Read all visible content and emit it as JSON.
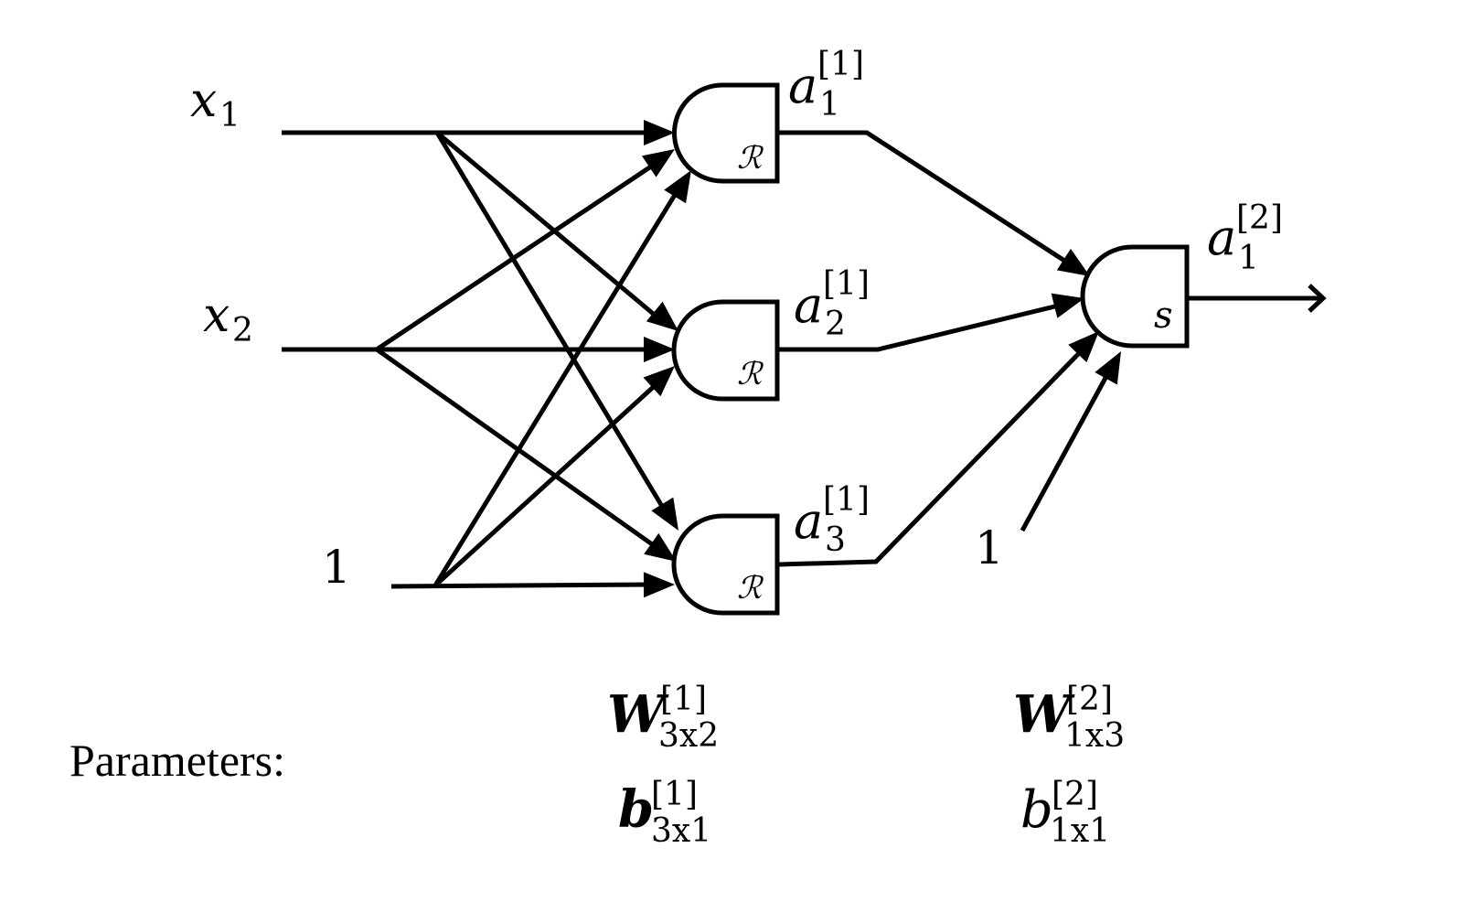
{
  "inputs": [
    {
      "id": "x1",
      "symbol": "x",
      "sub": "1"
    },
    {
      "id": "x2",
      "symbol": "x",
      "sub": "2"
    },
    {
      "id": "bias1",
      "label": "1"
    }
  ],
  "hidden_layer": [
    {
      "id": "h1",
      "activation_glyph": "ℛ",
      "label_symbol": "a",
      "label_sub": "1",
      "label_sup": "[1]"
    },
    {
      "id": "h2",
      "activation_glyph": "ℛ",
      "label_symbol": "a",
      "label_sub": "2",
      "label_sup": "[1]"
    },
    {
      "id": "h3",
      "activation_glyph": "ℛ",
      "label_symbol": "a",
      "label_sub": "3",
      "label_sup": "[1]"
    }
  ],
  "output_layer": [
    {
      "id": "o1",
      "activation_glyph": "s",
      "label_symbol": "a",
      "label_sub": "1",
      "label_sup": "[2]"
    }
  ],
  "output_bias": {
    "label": "1"
  },
  "connections": [
    {
      "from": "x1",
      "to": "h1"
    },
    {
      "from": "x1",
      "to": "h2"
    },
    {
      "from": "x1",
      "to": "h3"
    },
    {
      "from": "x2",
      "to": "h1"
    },
    {
      "from": "x2",
      "to": "h2"
    },
    {
      "from": "x2",
      "to": "h3"
    },
    {
      "from": "bias1",
      "to": "h1"
    },
    {
      "from": "bias1",
      "to": "h2"
    },
    {
      "from": "bias1",
      "to": "h3"
    },
    {
      "from": "h1",
      "to": "o1"
    },
    {
      "from": "h2",
      "to": "o1"
    },
    {
      "from": "h3",
      "to": "o1"
    },
    {
      "from": "bias2",
      "to": "o1"
    }
  ],
  "parameters": {
    "label": "Parameters:",
    "layer1": {
      "W": {
        "symbol": "W",
        "sup": "[1]",
        "sub": "3x2"
      },
      "b": {
        "symbol": "b",
        "sup": "[1]",
        "sub": "3x1"
      }
    },
    "layer2": {
      "W": {
        "symbol": "W",
        "sup": "[2]",
        "sub": "1x3"
      },
      "b": {
        "symbol": "b",
        "sup": "[2]",
        "sub": "1x1"
      }
    }
  }
}
